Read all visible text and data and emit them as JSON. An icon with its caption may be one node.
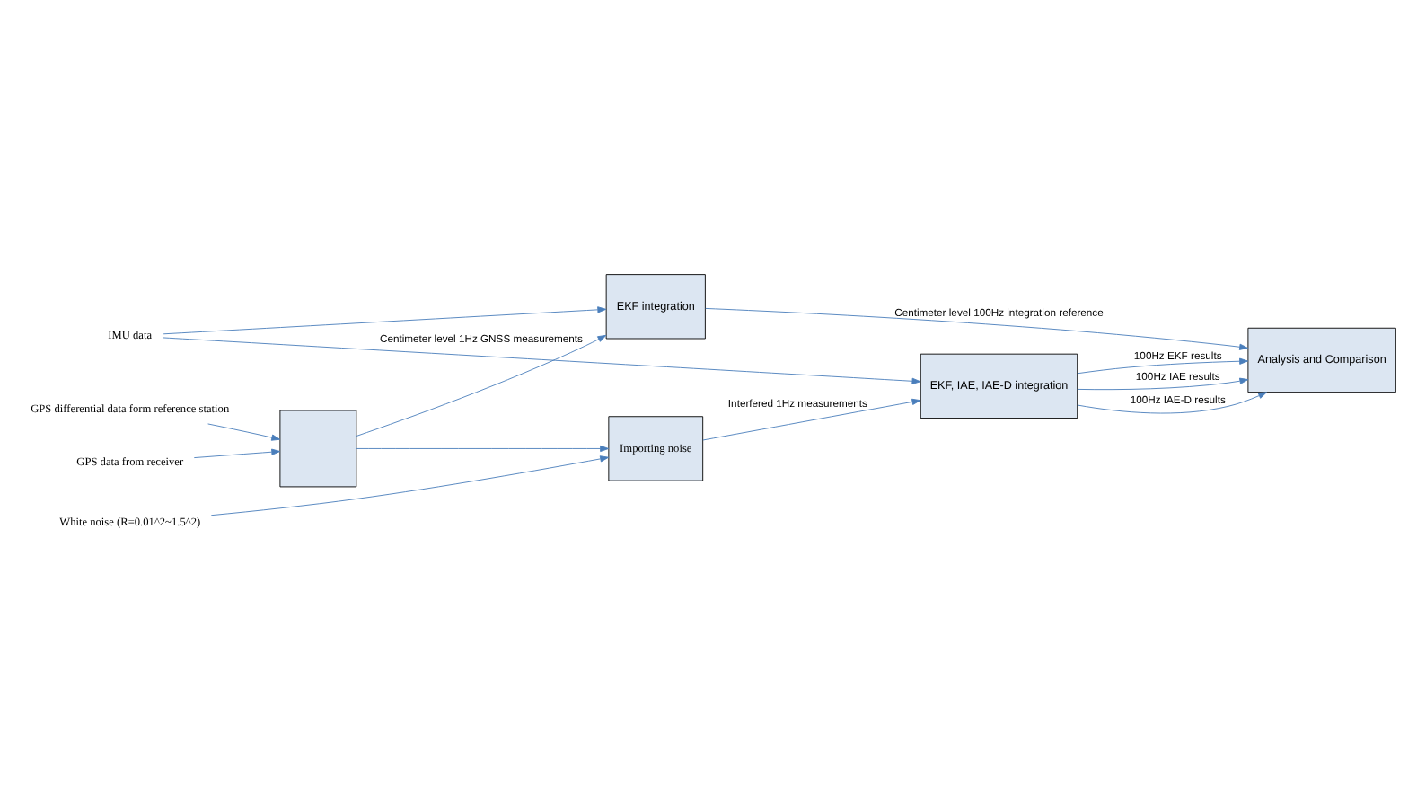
{
  "diagram": {
    "nodes": [
      {
        "text": [],
        "shape": "box"
      },
      {
        "text": [
          "EKF integration"
        ]
      },
      {
        "text": [
          "Analysis and Comparison"
        ]
      },
      {
        "text": [
          "Importing noise"
        ]
      },
      {
        "text": [
          "EKF, IAE, IAE-D integration"
        ]
      },
      {
        "text": [
          "GPS data from receiver"
        ]
      },
      {
        "text": [
          "GPS differential data form reference station"
        ]
      },
      {
        "text": [
          "White noise (R=0.01^2~1.5^2)"
        ]
      },
      {
        "text": [
          "IMU data"
        ]
      }
    ],
    "edges": [
      {
        "from": 5,
        "to": 0,
        "arrow": "to"
      },
      {
        "from": 6,
        "to": 0,
        "arrow": "to"
      },
      {
        "from": 0,
        "to": 1,
        "arrow": "to",
        "label": "Centimeter level 1Hz GNSS measurements"
      },
      {
        "from": 0,
        "to": 3,
        "arrow": "to"
      },
      {
        "from": 1,
        "to": 2,
        "arrow": "to",
        "label": "Centimeter level 100Hz integration reference"
      },
      {
        "from": 8,
        "to": 1,
        "arrow": "to"
      },
      {
        "from": 7,
        "to": 3,
        "arrow": "to"
      },
      {
        "from": 3,
        "to": 4,
        "arrow": "to",
        "label": "Interfered 1Hz measurements"
      },
      {
        "from": 8,
        "to": 4,
        "arrow": "to"
      },
      {
        "from": 4,
        "to": 2,
        "arrow": "to",
        "label": "100Hz EKF results"
      },
      {
        "from": 4,
        "to": 2,
        "arrow": "to",
        "label": "100Hz IAE results"
      },
      {
        "from": 4,
        "to": 2,
        "arrow": "to",
        "label": "100Hz IAE-D results"
      }
    ]
  }
}
